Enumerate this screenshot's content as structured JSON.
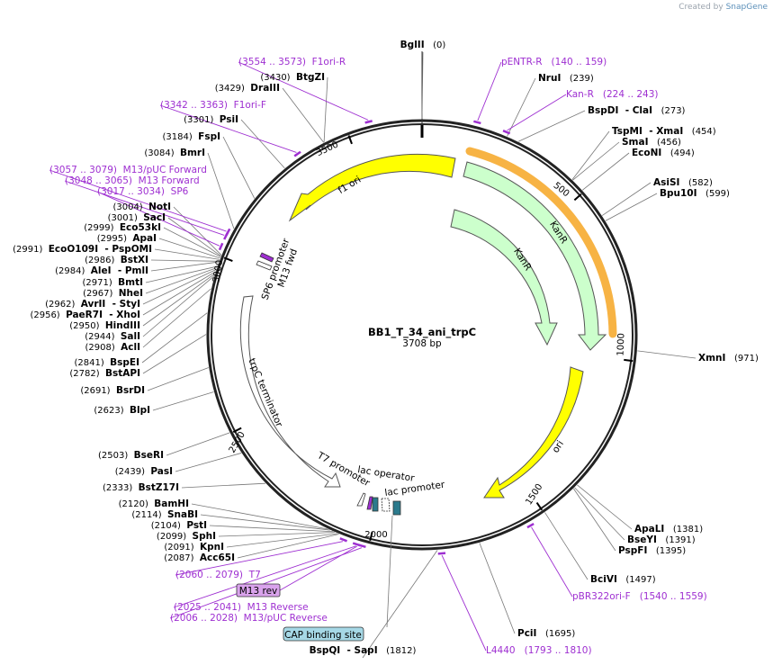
{
  "credit": {
    "prefix": "Created by",
    "brand": "SnapGene"
  },
  "plasmid": {
    "name": "BB1_T_34_ani_trpC",
    "size": "3708 bp",
    "length": 3708
  },
  "ticks": [
    "500",
    "1000",
    "1500",
    "2000",
    "2500",
    "3000",
    "3500"
  ],
  "enzymes": [
    {
      "name": "BglII",
      "pos": "(0)"
    },
    {
      "name": "NruI",
      "pos": "(239)"
    },
    {
      "name": "BspDI",
      "alt": "ClaI",
      "pos": "(273)"
    },
    {
      "name": "TspMI",
      "alt": "XmaI",
      "pos": "(454)"
    },
    {
      "name": "SmaI",
      "pos": "(456)"
    },
    {
      "name": "EcoNI",
      "pos": "(494)"
    },
    {
      "name": "AsiSI",
      "pos": "(582)"
    },
    {
      "name": "Bpu10I",
      "pos": "(599)"
    },
    {
      "name": "XmnI",
      "pos": "(971)"
    },
    {
      "name": "ApaLI",
      "pos": "(1381)"
    },
    {
      "name": "BseYI",
      "pos": "(1391)"
    },
    {
      "name": "PspFI",
      "pos": "(1395)"
    },
    {
      "name": "BciVI",
      "pos": "(1497)"
    },
    {
      "name": "PciI",
      "pos": "(1695)"
    },
    {
      "name": "BspQI",
      "alt": "SapI",
      "pos": "(1812)"
    },
    {
      "name": "Acc65I",
      "pos": "(2087)"
    },
    {
      "name": "KpnI",
      "pos": "(2091)"
    },
    {
      "name": "SphI",
      "pos": "(2099)"
    },
    {
      "name": "PstI",
      "pos": "(2104)"
    },
    {
      "name": "SnaBI",
      "pos": "(2114)"
    },
    {
      "name": "BamHI",
      "pos": "(2120)"
    },
    {
      "name": "BstZ17I",
      "pos": "(2333)"
    },
    {
      "name": "PasI",
      "pos": "(2439)"
    },
    {
      "name": "BseRI",
      "pos": "(2503)"
    },
    {
      "name": "BlpI",
      "pos": "(2623)"
    },
    {
      "name": "BsrDI",
      "pos": "(2691)"
    },
    {
      "name": "BstAPI",
      "pos": "(2782)"
    },
    {
      "name": "BspEI",
      "pos": "(2841)"
    },
    {
      "name": "AclI",
      "pos": "(2908)"
    },
    {
      "name": "SalI",
      "pos": "(2944)"
    },
    {
      "name": "HindIII",
      "pos": "(2950)"
    },
    {
      "name": "PaeR7I",
      "alt": "XhoI",
      "pos": "(2956)"
    },
    {
      "name": "AvrII",
      "alt": "StyI",
      "pos": "(2962)"
    },
    {
      "name": "NheI",
      "pos": "(2967)"
    },
    {
      "name": "BmtI",
      "pos": "(2971)"
    },
    {
      "name": "AleI",
      "alt": "PmlI",
      "pos": "(2984)"
    },
    {
      "name": "BstXI",
      "pos": "(2986)"
    },
    {
      "name": "EcoO109I",
      "alt": "PspOMI",
      "pos": "(2991)"
    },
    {
      "name": "ApaI",
      "pos": "(2995)"
    },
    {
      "name": "Eco53kI",
      "pos": "(2999)"
    },
    {
      "name": "SacI",
      "pos": "(3001)"
    },
    {
      "name": "NotI",
      "pos": "(3004)"
    },
    {
      "name": "BmrI",
      "pos": "(3084)"
    },
    {
      "name": "FspI",
      "pos": "(3184)"
    },
    {
      "name": "PsiI",
      "pos": "(3301)"
    },
    {
      "name": "DraIII",
      "pos": "(3429)"
    },
    {
      "name": "BtgZI",
      "pos": "(3430)"
    }
  ],
  "primers": [
    {
      "name": "F1ori-R",
      "range": "(3554 .. 3573)"
    },
    {
      "name": "F1ori-F",
      "range": "(3342 .. 3363)"
    },
    {
      "name": "pENTR-R",
      "range": "(140 .. 159)"
    },
    {
      "name": "Kan-R",
      "range": "(224 .. 243)"
    },
    {
      "name": "M13/pUC Forward",
      "range": "(3057 .. 3079)"
    },
    {
      "name": "M13 Forward",
      "range": "(3048 .. 3065)"
    },
    {
      "name": "SP6",
      "range": "(3017 .. 3034)"
    },
    {
      "name": "T7",
      "range": "(2060 .. 2079)"
    },
    {
      "name": "M13 rev",
      "range": ""
    },
    {
      "name": "M13 Reverse",
      "range": "(2025 .. 2041)"
    },
    {
      "name": "M13/pUC Reverse",
      "range": "(2006 .. 2028)"
    },
    {
      "name": "L4440",
      "range": "(1793 .. 1810)"
    },
    {
      "name": "pBR322ori-F",
      "range": "(1540 .. 1559)"
    }
  ],
  "features": [
    {
      "name": "f1 ori",
      "type": "origin"
    },
    {
      "name": "KanR",
      "type": "cds"
    },
    {
      "name": "ori",
      "type": "origin"
    },
    {
      "name": "SP6 promoter",
      "type": "promoter"
    },
    {
      "name": "M13 fwd",
      "type": "primer_bind"
    },
    {
      "name": "trpC terminator",
      "type": "terminator"
    },
    {
      "name": "T7 promoter",
      "type": "promoter"
    },
    {
      "name": "lac operator",
      "type": "protein_bind"
    },
    {
      "name": "lac promoter",
      "type": "promoter"
    },
    {
      "name": "CAP binding site",
      "type": "protein_bind"
    }
  ],
  "colors": {
    "backbone": "#222222",
    "origin": "#ffff00",
    "kanr": "#ccffcc",
    "primer": "#9e2fd1",
    "highlight": "#f6a623",
    "cap": "#a6d8e6",
    "m13rev": "#d9a3ec",
    "lacop": "#2b7a8c"
  }
}
